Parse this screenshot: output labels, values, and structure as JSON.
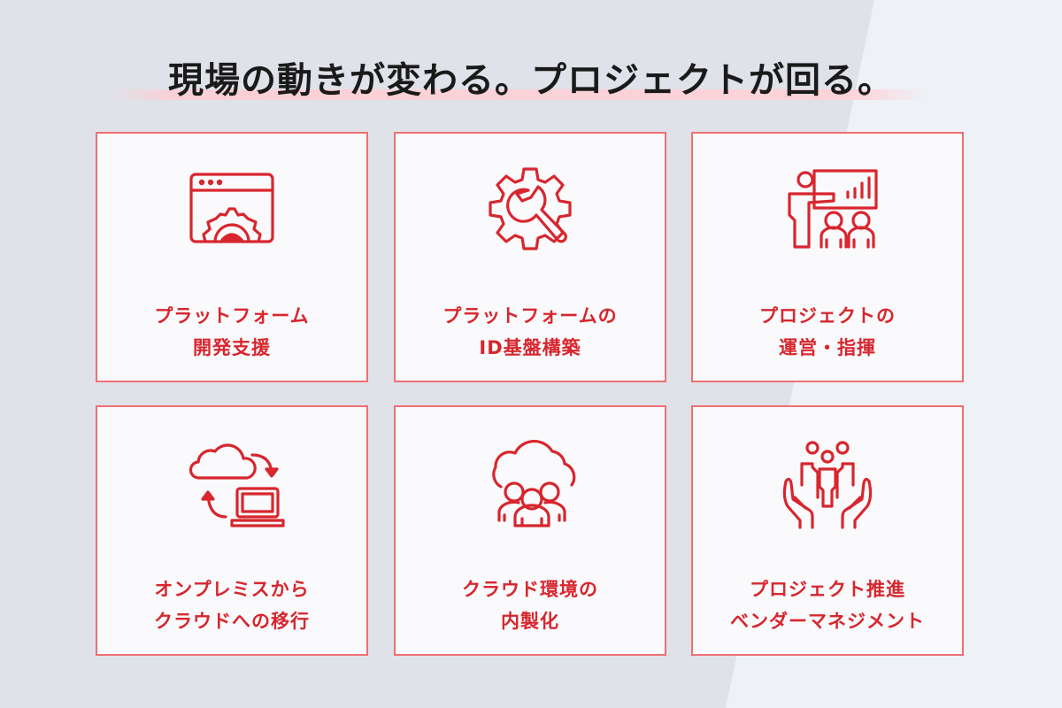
{
  "header": {
    "title": "現場の動きが変わる。プロジェクトが回る。"
  },
  "colors": {
    "accent": "#d7262e",
    "card_border": "#ef6f73",
    "card_bg": "#faf9fb",
    "bg_left": "#dfe2e8",
    "bg_right": "#eef1f6",
    "title": "#1a1a1a"
  },
  "cards": [
    {
      "icon": "browser-gear-icon",
      "line1": "プラットフォーム",
      "line2": "開発支援"
    },
    {
      "icon": "gear-wrench-icon",
      "line1": "プラットフォームの",
      "line2": "ID基盤構築"
    },
    {
      "icon": "presentation-audience-icon",
      "line1": "プロジェクトの",
      "line2": "運営・指揮"
    },
    {
      "icon": "cloud-laptop-sync-icon",
      "line1": "オンプレミスから",
      "line2": "クラウドへの移行"
    },
    {
      "icon": "cloud-team-icon",
      "line1": "クラウド環境の",
      "line2": "内製化"
    },
    {
      "icon": "hands-people-icon",
      "line1": "プロジェクト推進",
      "line2": "ベンダーマネジメント"
    }
  ]
}
